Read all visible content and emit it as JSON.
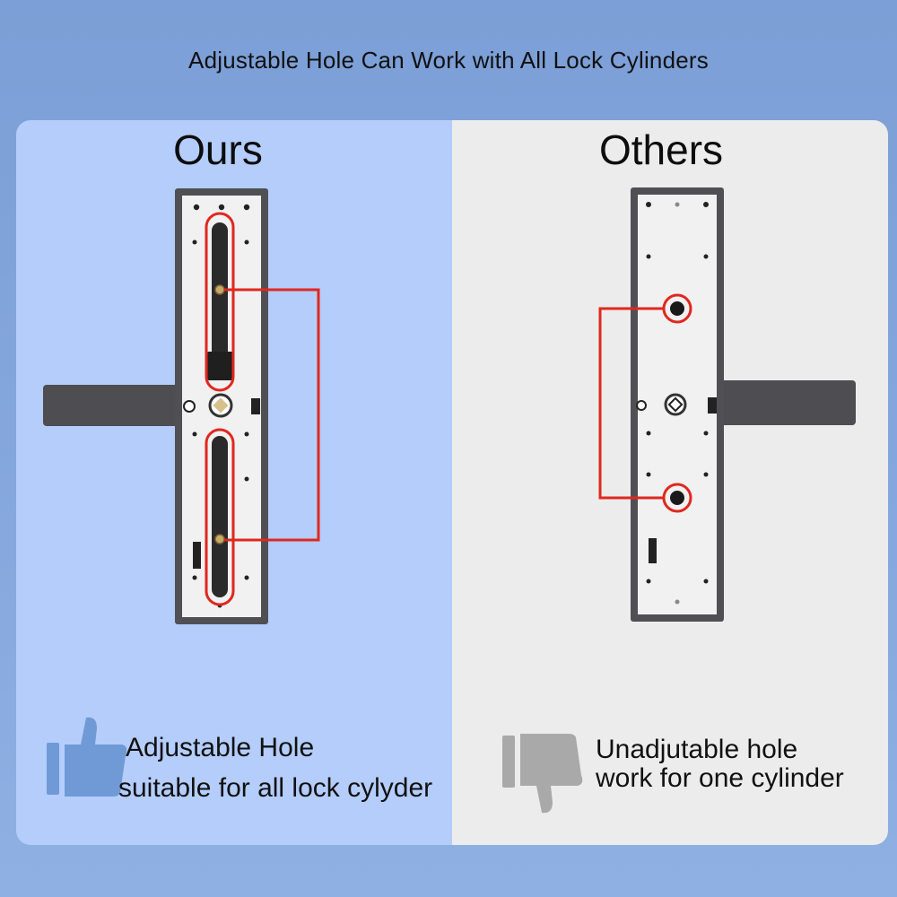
{
  "headline": "Adjustable Hole Can Work with All Lock Cylinders",
  "ours": {
    "title": "Ours",
    "caption_line1": "Adjustable Hole",
    "caption_line2": "suitable for all lock cylyder",
    "icon": "thumbs-up-icon"
  },
  "others": {
    "title": "Others",
    "caption_line1": "Unadjutable hole",
    "caption_line2": "work for one cylinder",
    "icon": "thumbs-down-icon"
  },
  "colors": {
    "ours_panel": "#b4cdfb",
    "others_panel": "#ececec",
    "highlight": "#e0281e",
    "lock_frame": "#4f4f54",
    "lock_plate": "#f1f1f1",
    "thumb_up": "#6f9ad6",
    "thumb_down": "#a9a9a9"
  }
}
